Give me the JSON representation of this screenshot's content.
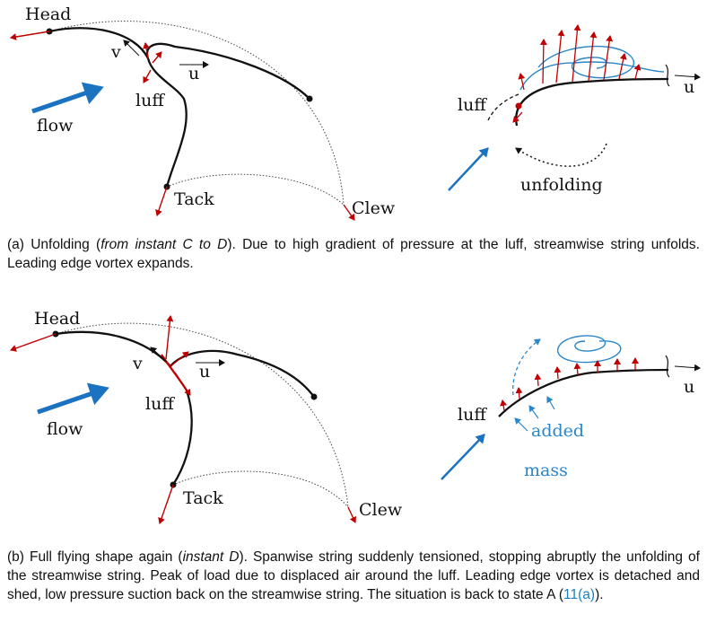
{
  "panel_a": {
    "labels": {
      "head": "Head",
      "tack": "Tack",
      "clew": "Clew",
      "luff": "luff",
      "flow": "flow",
      "v": "v",
      "u": "u"
    },
    "right_labels": {
      "luff": "luff",
      "u": "u",
      "unfolding": "unfolding"
    },
    "caption": {
      "prefix": "(a) Unfolding (",
      "italic": "from instant C to D",
      "rest": "). Due to high gradient of pressure at the luff, streamwise string unfolds. Leading edge vortex expands."
    }
  },
  "panel_b": {
    "labels": {
      "head": "Head",
      "tack": "Tack",
      "clew": "Clew",
      "luff": "luff",
      "flow": "flow",
      "v": "v",
      "u": "u"
    },
    "right_labels": {
      "luff": "luff",
      "u": "u",
      "added": "added",
      "mass": "mass"
    },
    "caption": {
      "prefix": "(b) Full flying shape again (",
      "italic": "instant D",
      "rest": "). Spanwise string suddenly tensioned, stopping abruptly the unfolding of the streamwise string. Peak of load due to displaced air around the luff. Leading edge vortex is detached and shed, low pressure suction back on the streamwise string. The situation is back to state A (",
      "ref": "11(a)",
      "end": ")."
    }
  },
  "colors": {
    "force_red": "#c00000",
    "flow_blue": "#1b72c0",
    "vortex_blue": "#2a86c8",
    "ink": "#111111"
  }
}
